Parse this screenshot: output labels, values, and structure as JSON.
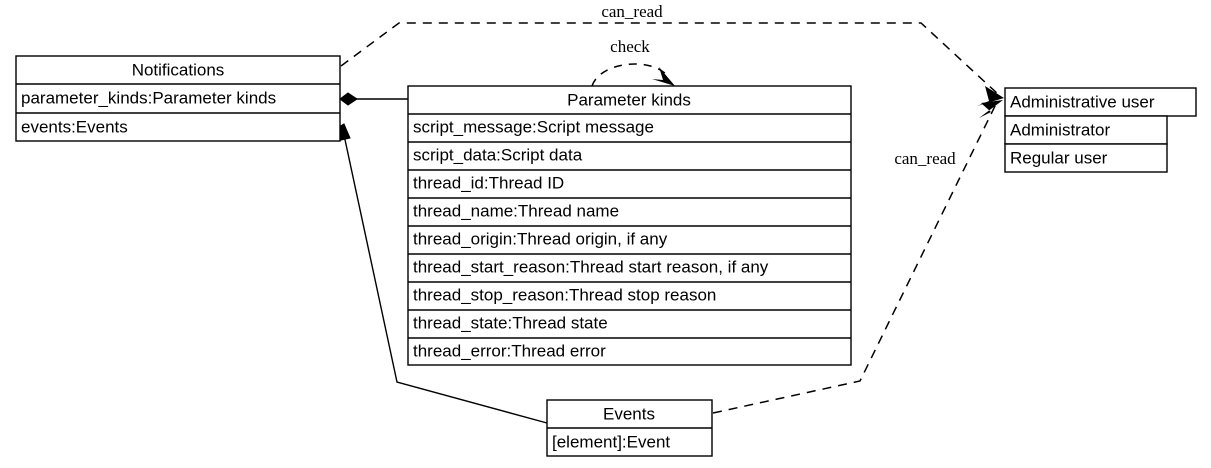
{
  "diagram": {
    "kind": "uml-class-diagram",
    "background_color": "#ffffff",
    "line_color": "#000000"
  },
  "classes": {
    "notifications": {
      "title": "Notifications",
      "attributes": [
        "parameter_kinds:Parameter kinds",
        "events:Events"
      ]
    },
    "parameter_kinds": {
      "title": "Parameter kinds",
      "attributes": [
        "script_message:Script message",
        "script_data:Script data",
        "thread_id:Thread ID",
        "thread_name:Thread name",
        "thread_origin:Thread origin, if any",
        "thread_start_reason:Thread start reason, if any",
        "thread_stop_reason:Thread stop reason",
        "thread_state:Thread state",
        "thread_error:Thread error"
      ]
    },
    "administrative_user": {
      "title": "Administrative user",
      "attributes": [
        "Administrator",
        "Regular user"
      ]
    },
    "events": {
      "title": "Events",
      "attributes": [
        "[element]:Event"
      ]
    }
  },
  "edges": {
    "notifications_can_read_admin": {
      "label": "can_read",
      "style": "dashed",
      "arrow": "open-arrow",
      "from": "notifications",
      "to": "administrative_user"
    },
    "parameter_kinds_check": {
      "label": "check",
      "style": "dashed",
      "arrow": "open-arrow",
      "from": "parameter_kinds",
      "to": "parameter_kinds"
    },
    "events_can_read_admin": {
      "label": "can_read",
      "style": "dashed",
      "arrow": "open-arrow",
      "from": "events",
      "to": "administrative_user"
    },
    "notifications_owns_parameter_kinds": {
      "label": "",
      "style": "solid",
      "arrow": "filled-diamond",
      "from": "notifications",
      "to": "parameter_kinds"
    },
    "notifications_owns_events": {
      "label": "",
      "style": "solid",
      "arrow": "filled-diamond",
      "from": "notifications",
      "to": "events"
    }
  }
}
